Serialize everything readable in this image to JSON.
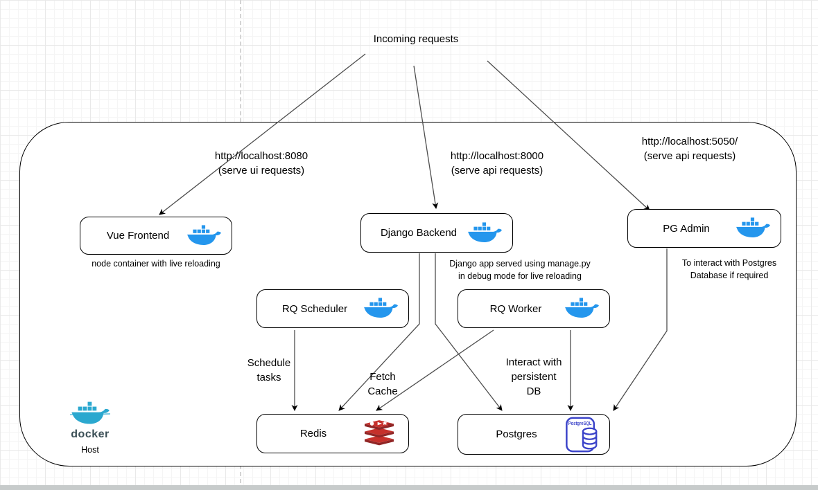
{
  "header": {
    "incoming_label": "Incoming requests"
  },
  "urls": {
    "ui": {
      "line1": "http://localhost:8080",
      "line2": "(serve ui requests)"
    },
    "api": {
      "line1": "http://localhost:8000",
      "line2": "(serve api requests)"
    },
    "pgadmin": {
      "line1": "http://localhost:5050/",
      "line2": "(serve api requests)"
    }
  },
  "nodes": {
    "vue": {
      "label": "Vue Frontend",
      "caption": "node container with live reloading"
    },
    "django": {
      "label": "Django Backend",
      "caption_line1": "Django app served using manage.py",
      "caption_line2": "in debug mode for live reloading"
    },
    "pgadmin": {
      "label": "PG Admin",
      "caption_line1": "To interact with Postgres",
      "caption_line2": "Database if required"
    },
    "rq_scheduler": {
      "label": "RQ Scheduler"
    },
    "rq_worker": {
      "label": "RQ Worker"
    },
    "redis": {
      "label": "Redis"
    },
    "postgres": {
      "label": "Postgres",
      "icon_label": "PostgreSQL"
    }
  },
  "edge_labels": {
    "schedule": {
      "line1": "Schedule",
      "line2": "tasks"
    },
    "fetch": {
      "line1": "Fetch",
      "line2": "Cache"
    },
    "interact": {
      "line1": "Interact with",
      "line2": "persistent",
      "line3": "DB"
    }
  },
  "host": {
    "wordmark": "docker",
    "label": "Host"
  },
  "colors": {
    "docker_blue": "#2496ED",
    "redis_red": "#C6302B",
    "redis_dark": "#912626",
    "postgres_blue": "#3B43C9",
    "edge_line": "#4D4D4D"
  }
}
